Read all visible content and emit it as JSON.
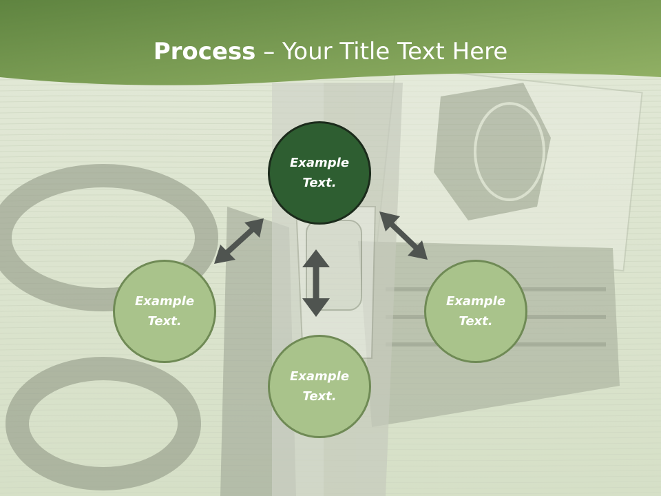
{
  "slide": {
    "title_bold": "Process",
    "title_rest": " – Your Title Text Here"
  },
  "nodes": [
    {
      "id": "top",
      "line1": "Example",
      "line2": "Text."
    },
    {
      "id": "left",
      "line1": "Example",
      "line2": "Text."
    },
    {
      "id": "bottom",
      "line1": "Example",
      "line2": "Text."
    },
    {
      "id": "right",
      "line1": "Example",
      "line2": "Text."
    }
  ],
  "colors": {
    "header_dark": "#5e8440",
    "header_light": "#8fb063",
    "primary_node": "#2e5e31",
    "secondary_node": "#a9c38b",
    "arrow": "#4f5450"
  }
}
